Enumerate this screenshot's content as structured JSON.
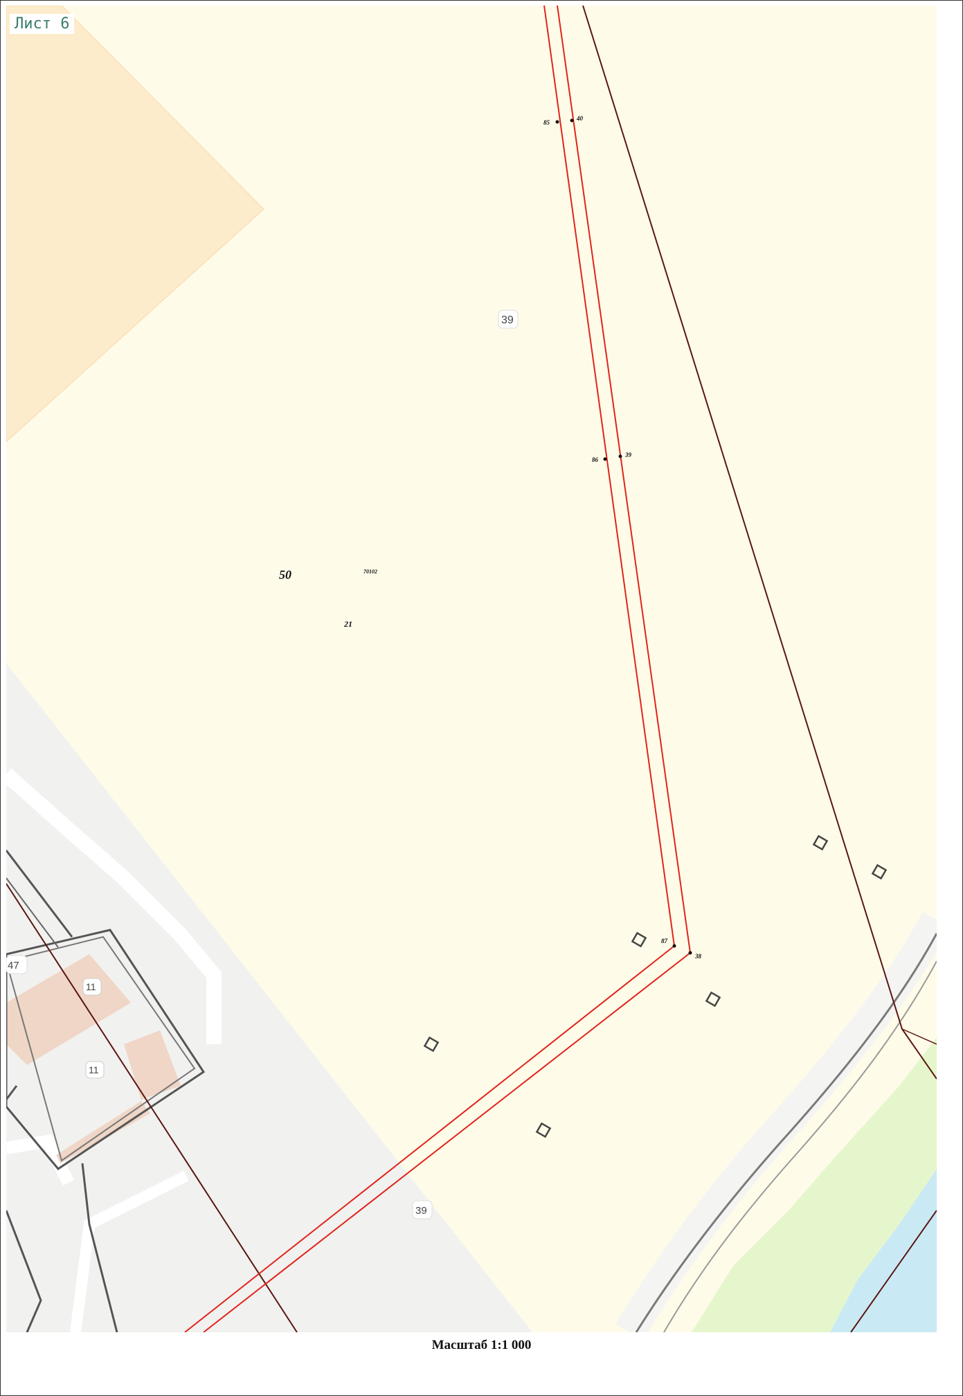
{
  "sheet": {
    "label": "Лист 6"
  },
  "scale": {
    "caption": "Масштаб 1:1 000"
  },
  "map_labels": {
    "cadastral_block": "70102",
    "parcel_left_large": "50",
    "parcel_left_small": "21"
  },
  "house_numbers": {
    "n39_top": "39",
    "n39_bottom": "39",
    "n47": "47",
    "n11_a": "11",
    "n11_b": "11"
  },
  "boundary_points": {
    "p85": "85",
    "p40": "40",
    "p86": "86",
    "p39": "39",
    "p87": "87",
    "p38": "38"
  },
  "colors": {
    "parcel_fill": "#fffbe9",
    "zone_orange": "#fdeccb",
    "road_grey": "#f1f1ef",
    "green_zone": "#e6f6cc",
    "water": "#c9eaf5",
    "building": "#efd6c6",
    "red_line": "#e0241c",
    "boundary": "#5a1612"
  }
}
